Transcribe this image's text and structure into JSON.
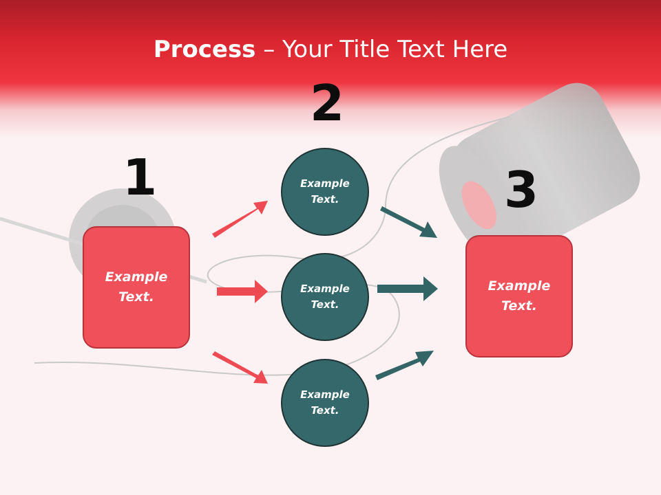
{
  "title": {
    "bold": "Process",
    "rest": " – Your Title Text Here"
  },
  "numbers": {
    "one": "1",
    "two": "2",
    "three": "3"
  },
  "step1": {
    "text": "Example\nText."
  },
  "step2": [
    {
      "text": "Example\nText."
    },
    {
      "text": "Example\nText."
    },
    {
      "text": "Example\nText."
    }
  ],
  "step3": {
    "text": "Example\nText."
  },
  "colors": {
    "header_red": "#e8323c",
    "box_red": "#ef5059",
    "circle_teal": "#35686a",
    "arrow_red": "#ee4a53",
    "arrow_teal": "#336466"
  }
}
